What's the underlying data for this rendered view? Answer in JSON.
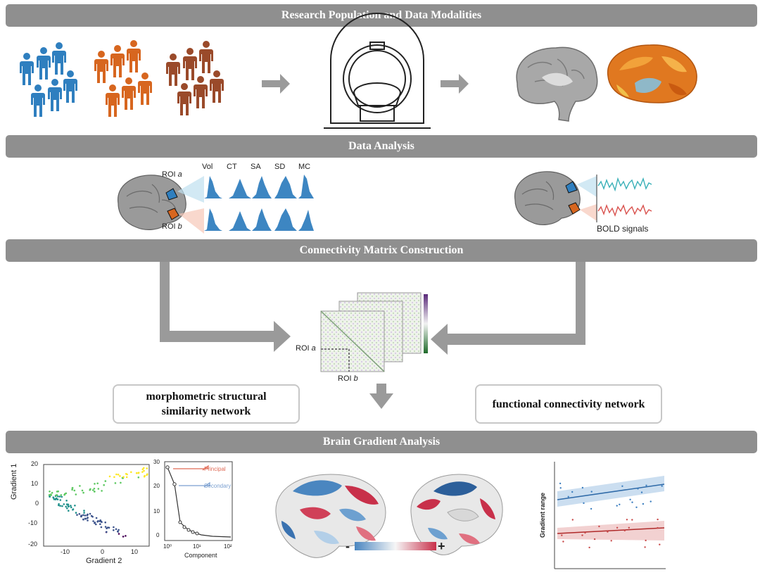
{
  "banners": {
    "population": "Research Population and Data Modalities",
    "analysis": "Data Analysis",
    "matrix": "Connectivity Matrix Construction",
    "gradient": "Brain Gradient Analysis"
  },
  "morph_panel": {
    "roi_a": "ROI",
    "roi_a_letter": "a",
    "roi_b": "ROI",
    "roi_b_letter": "b",
    "feature_labels": [
      "Vol",
      "CT",
      "SA",
      "SD",
      "MC"
    ]
  },
  "bold_panel": {
    "caption": "BOLD signals"
  },
  "matrix_panel": {
    "roi_a": "ROI",
    "roi_a_letter": "a",
    "roi_b": "ROI",
    "roi_b_letter": "b"
  },
  "networks": {
    "structural": "morphometric structural similarity network",
    "functional": "functional connectivity network"
  },
  "gradient_scatter": {
    "xlabel": "Gradient 2",
    "ylabel": "Gradient 1",
    "yticks": [
      "20",
      "10",
      "0",
      "-10",
      "-20"
    ],
    "xticks": [
      "-10",
      "0",
      "10"
    ]
  },
  "scree_plot": {
    "xlabel": "Component",
    "yticks": [
      "30",
      "20",
      "10",
      "0"
    ],
    "xticks": [
      "10⁰",
      "10¹",
      "10²"
    ],
    "principal_label": "Principal",
    "secondary_label": "Secondary"
  },
  "colorbar": {
    "minus": "-",
    "plus": "+"
  },
  "range_plot": {
    "ylabel": "Gradient range"
  },
  "colors": {
    "banner": "#8f8f8f",
    "blue_person": "#2f7fbf",
    "orange_person": "#d7661f",
    "brown_person": "#9a4a2a",
    "teal_signal": "#3ab0b8",
    "red_signal": "#d9534f"
  }
}
